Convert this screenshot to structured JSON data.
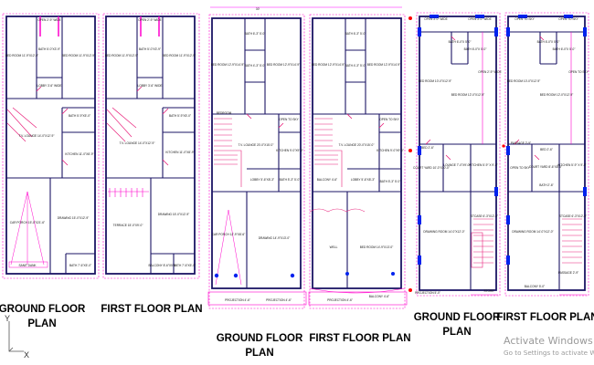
{
  "sheet_1": {
    "ground": {
      "title_line1": "GROUND FLOOR",
      "title_line2": "PLAN",
      "rooms": {
        "open": "OPEN 2'-9\" WIDE",
        "bed_l": "BED ROOM 11'-9\"X12'-9\"",
        "bath_top": "BATH 5'-0\"X3'-9\"",
        "bed_r": "BED ROOM 11'-9\"X12'-9\"",
        "lobby": "LOBBY 3'-6\" WIDE",
        "bath_mid": "BATH 5'-9\"X5'-0\"",
        "tv": "T.V. LOUNGE 14'-0\"X12'-9\"",
        "kitchen": "KITCHEN 11'-0\"X8'-9\"",
        "drawing": "DRAWING 15'-0\"X12'-9\"",
        "porch": "CAR PORCH 15'-0\"X21'-6\"",
        "bath_bot": "BATH 7'-6\"X5'-0\"",
        "sanitary": "SANIT DANK"
      }
    },
    "first": {
      "title": "FIRST FLOOR PLAN",
      "rooms": {
        "open": "OPEN 2'-9\" WIDE",
        "bed_l": "BED ROOM 11'-9\"X12'-9\"",
        "bath_top": "BATH 5'-0\"X3'-9\"",
        "bed_r": "BED ROOM 11'-9\"X12'-9\"",
        "lobby": "LOBBY 3'-6\" WIDE",
        "bath_mid": "BATH 5'-9\"X5'-0\"",
        "tv": "T.V. LOUNGE 14'-0\"X12'-9\"",
        "kitchen": "KITCHEN 11'-0\"X8'-9\"",
        "terrace": "TERRACE 15'-0\"X9'-0\"",
        "drawing": "DRAWING 15'-0\"X12'-9\"",
        "balcony": "BALCONY 8'-6\"X5'-0\"",
        "bath_bot": "BATH 7'-6\"X5'-0\""
      }
    }
  },
  "sheet_2": {
    "dim_top": "30'",
    "ground": {
      "title_line1": "GROUND FLOOR",
      "title_line2": "PLAN",
      "rooms": {
        "bath1": "BATH 6'-3\" 5'-0\"",
        "bed_l": "BED ROOM 12'-9\"X14'-9\"",
        "bath2": "BATH 4'-3\" 5'-0\"",
        "bed_r": "BED ROOM 12'-9\"X14'-9\"",
        "open": "OPEN TO SKY",
        "bedroom_small": "BEDROOM",
        "tv": "T.V. LOUNGE 20'-0\"X15'-0\"",
        "kitchen": "KITCHEN 9'-0\"X9'-0\"",
        "lobby": "LOBBY 5'-6\"X8'-3\"",
        "bath3": "BATH 5'-3\" 5'-0\"",
        "porch": "CAR PORCH 12'-9\"X8'-6\"",
        "drawing": "DRAWING 14'-9\"X13'-0\"",
        "projection1": "PROJECTION 4'-6\"",
        "projection2": "PROJECTION 4'-6\""
      }
    },
    "first": {
      "title": "FIRST FLOOR PLAN",
      "rooms": {
        "bath1": "BATH 6'-3\" 5'-0\"",
        "bed_l": "BED ROOM 12'-9\"X14'-9\"",
        "bath2": "BATH 4'-3\" 5'-0\"",
        "bed_r": "BED ROOM 12'-9\"X14'-9\"",
        "open": "OPEN TO SKY",
        "tv": "T.V. LOUNGE 20'-0\"X15'-0\"",
        "kitchen": "KITCHEN 9'-0\"X9'-0\"",
        "balcony_l": "BALCONY 4'-6\"",
        "lobby": "LOBBY 5'-6\"X8'-3\"",
        "bath3": "BATH 5'-3\" 5'-0\"",
        "well": "WELL",
        "bed_bot": "BED ROOM 14'-9\"X13'-0\"",
        "projection": "PROJECTION 4'-6\"",
        "balcony_b": "BALCONY 4'-6\""
      }
    }
  },
  "sheet_3": {
    "ground": {
      "title_line1": "GROUND FLOOR",
      "title_line2": "PLAN",
      "rooms": {
        "open1": "OPEN 3'-0\" WIDE",
        "open2": "OPEN 3'-0\" WIDE",
        "bath_a": "BATH 6'-0\"X 5'-0\"",
        "bath_b": "BATH 6'-0\"X 5'-0\"",
        "bed_l": "BED ROOM 10'-0\"X12'-9\"",
        "bed_r": "BED ROOM 12'-0\"X12'-9\"",
        "open_side": "OPEN 2'-9\" WIDE",
        "bed_small": "BED 2'-6\"",
        "court": "COURT YARD 10'-0\"X10'-0\"",
        "lounge": "LOUNGE 7'-0\"X9'-0\"",
        "kitchen": "KITCHEN 5'-9\" X 9'-0\"",
        "drawing": "DRAWING ROOM 14'-0\"X12'-0\"",
        "stair": "STCASE 6'-3\"X12'-0\"",
        "projection": "PROJECTION 5'-0\"",
        "store": "STORE"
      }
    },
    "first": {
      "title": "FIRST FLOOR  PLAN",
      "rooms": {
        "open1": "OPEN TO SKY",
        "open2": "OPEN TO SKY",
        "bath_a": "BATH 6'-0\"X 5'-0\"",
        "bath_b": "BATH 6'-0\"X 5'-0\"",
        "bed_l": "BED ROOM 10'-0\"X12'-9\"",
        "bed_r": "BED ROOM 12'-0\"X12'-9\"",
        "open_side": "OPEN TO SKY",
        "passage": "PASSAGE 2'-9\"",
        "bed_small": "BED 2'-6\"",
        "open_sky": "OPEN TO SKY",
        "court": "COURT YARD 8'-6\"X8'-0\"",
        "kitchen": "KITCHEN 5'-9\" X 9'-0\"",
        "bath_s": "BATH 2'-6\"",
        "drawing": "DRAWING ROOM 14'-0\"X12'-0\"",
        "stair": "STCASE 6'-3\"X12'-0\"",
        "balcony": "BALCONY 5'-0\"",
        "passage_r": "PASSAGE 2'-9\""
      }
    }
  },
  "ucs": {
    "y": "Y",
    "x": "X"
  },
  "watermark": {
    "line1": "Activate Windows",
    "line2": "Go to Settings to activate Windows."
  },
  "colors": {
    "wall": "#1b1464",
    "accent": "#ff00cc",
    "door": "#e8207a",
    "window": "#0022ee",
    "dim": "#ff00ff",
    "marker": "#ff0000",
    "text": "#000000"
  }
}
